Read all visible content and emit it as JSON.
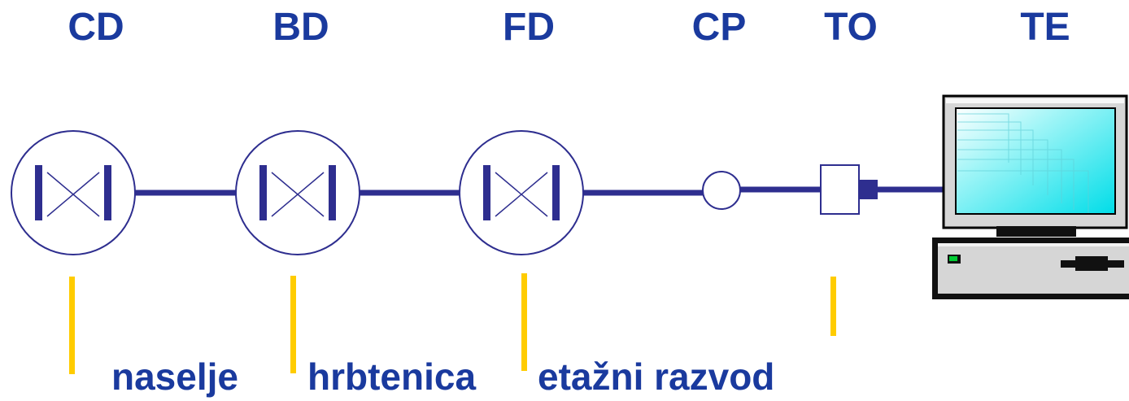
{
  "labels": {
    "cd": "CD",
    "bd": "BD",
    "fd": "FD",
    "cp": "CP",
    "to": "TO",
    "te": "TE"
  },
  "segments": {
    "naselje": "naselje",
    "hrbtenica": "hrbtenica",
    "etazni": "etažni razvod"
  },
  "colors": {
    "line": "#2e2e8f",
    "label": "#1a3a9e",
    "separator": "#ffcc00",
    "screen": "#00e5ee",
    "case": "#d6d6d6"
  },
  "icons": {
    "distributor": "cross-connect-icon",
    "consolidation": "consolidation-point-icon",
    "outlet": "telecom-outlet-icon",
    "terminal": "computer-terminal-icon"
  }
}
